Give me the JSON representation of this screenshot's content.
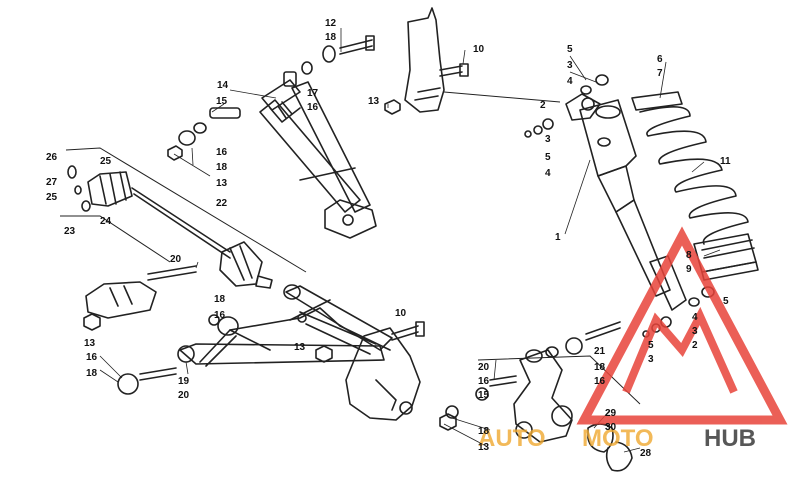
{
  "callouts": [
    {
      "id": "c12a",
      "label": "12"
    },
    {
      "id": "c18a",
      "label": "18"
    },
    {
      "id": "c10a",
      "label": "10"
    },
    {
      "id": "c5a",
      "label": "5"
    },
    {
      "id": "c3a",
      "label": "3"
    },
    {
      "id": "c4a",
      "label": "4"
    },
    {
      "id": "c6",
      "label": "6"
    },
    {
      "id": "c7",
      "label": "7"
    },
    {
      "id": "c14",
      "label": "14"
    },
    {
      "id": "c17",
      "label": "17"
    },
    {
      "id": "c16a",
      "label": "16"
    },
    {
      "id": "c15",
      "label": "15"
    },
    {
      "id": "c13a",
      "label": "13"
    },
    {
      "id": "c2a",
      "label": "2"
    },
    {
      "id": "c3b",
      "label": "3"
    },
    {
      "id": "c5b",
      "label": "5"
    },
    {
      "id": "c4b",
      "label": "4"
    },
    {
      "id": "c16b",
      "label": "16"
    },
    {
      "id": "c18b",
      "label": "18"
    },
    {
      "id": "c13b",
      "label": "13"
    },
    {
      "id": "c26",
      "label": "26"
    },
    {
      "id": "c25a",
      "label": "25"
    },
    {
      "id": "c27",
      "label": "27"
    },
    {
      "id": "c25b",
      "label": "25"
    },
    {
      "id": "c24",
      "label": "24"
    },
    {
      "id": "c23",
      "label": "23"
    },
    {
      "id": "c22",
      "label": "22"
    },
    {
      "id": "c11",
      "label": "11"
    },
    {
      "id": "c1",
      "label": "1"
    },
    {
      "id": "c8",
      "label": "8"
    },
    {
      "id": "c9",
      "label": "9"
    },
    {
      "id": "c20a",
      "label": "20"
    },
    {
      "id": "c18c",
      "label": "18"
    },
    {
      "id": "c16c",
      "label": "16"
    },
    {
      "id": "c13c",
      "label": "13"
    },
    {
      "id": "c10b",
      "label": "10"
    },
    {
      "id": "c13d",
      "label": "13"
    },
    {
      "id": "c16d",
      "label": "16"
    },
    {
      "id": "c18d",
      "label": "18"
    },
    {
      "id": "c19",
      "label": "19"
    },
    {
      "id": "c20b",
      "label": "20"
    },
    {
      "id": "c5c",
      "label": "5"
    },
    {
      "id": "c4c",
      "label": "4"
    },
    {
      "id": "c3c",
      "label": "3"
    },
    {
      "id": "c2b",
      "label": "2"
    },
    {
      "id": "c5d",
      "label": "5"
    },
    {
      "id": "c3d",
      "label": "3"
    },
    {
      "id": "c21",
      "label": "21"
    },
    {
      "id": "c18e",
      "label": "18"
    },
    {
      "id": "c16e",
      "label": "16"
    },
    {
      "id": "c20c",
      "label": "20"
    },
    {
      "id": "c16f",
      "label": "16"
    },
    {
      "id": "c15b",
      "label": "15"
    },
    {
      "id": "c18f",
      "label": "18"
    },
    {
      "id": "c13e",
      "label": "13"
    },
    {
      "id": "c29",
      "label": "29"
    },
    {
      "id": "c30",
      "label": "30"
    },
    {
      "id": "c28",
      "label": "28"
    }
  ],
  "watermark": {
    "part1": "AUTO",
    "part2": "MOTO",
    "part3": "HUB",
    "color_red": "#e8443a",
    "color_orange": "#f0a830",
    "color_dark": "#3a3a3a"
  }
}
